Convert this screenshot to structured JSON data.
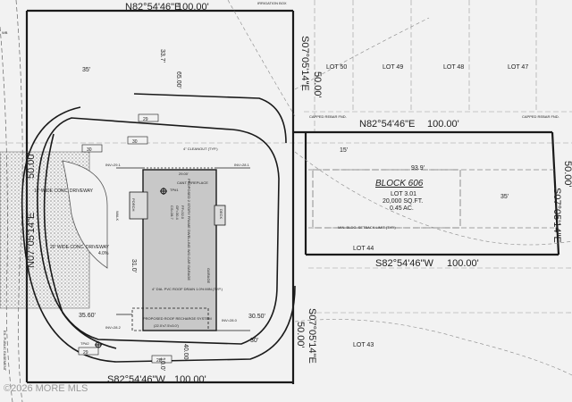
{
  "top_bearing": "N82°54'46\"E",
  "top_distance": "100.00'",
  "irrigation_box": "IRRIGATION BOX",
  "right_bearing_upper": "S07°05'14\"E",
  "right_distance_upper": "50.00'",
  "lots": {
    "lot50": "LOT 50",
    "lot49": "LOT 49",
    "lot48": "LOT 48",
    "lot47": "LOT 47",
    "lot44": "LOT 44",
    "lot43": "LOT 43"
  },
  "capped_rebar_left": "CAPPED REBAR FND.",
  "capped_rebar_right": "CAPPED REBAR FND.",
  "mid_bearing": "N82°54'46\"E",
  "mid_distance": "100.00'",
  "block": "BLOCK 606",
  "lot_number": "LOT 3.01",
  "lot_area_sqft": "20,000 SQ.FT.",
  "lot_area_ac": "0.45 AC.",
  "dim_93_9": "93.9'",
  "dim_35": "35'",
  "dim_15": "15'",
  "setback_label": "MIN. BLDG. SETBACK LIMIT (TYP.)",
  "right_bearing_lower": "S07°05'14\"E",
  "right_distance_lower": "50.00'",
  "lower_bearing": "S82°54'46\"W",
  "lower_distance": "100.00'",
  "left_bearing": "N07°05'14\"E",
  "left_distance": "50.00'",
  "left_bearing_lower": "S07°05'14\"E",
  "left_distance_lower": "50.00'",
  "bottom_bearing": "S82°54'46\"W",
  "bottom_distance": "100.00'",
  "driveway_12": "12' WIDE CONC. DRIVEWAY",
  "driveway_20": "20' WIDE CONC. DRIVEWAY",
  "driveway_pct": "4.0%",
  "dim_35_60": "35.60'",
  "dim_30_50": "30.50'",
  "dim_29_00": "29.00'",
  "dim_33_7": "33.7'",
  "dim_65": "65.00'",
  "dim_40": "40.00'",
  "dim_10": "10.0'",
  "dim_31_0": "31.0'",
  "dim_35_top": "35'",
  "dim_30_bot": "30'",
  "contour_29a": "29",
  "contour_30a": "30",
  "contour_29b": "29",
  "contour_28": "28",
  "contour_30b": "30",
  "house_label": "PROPOSED 2 STORY FRAME DWELLING W/2-CAR GARAGE",
  "ff_elev": "FF=32.0",
  "gf_elev": "GF=30.4",
  "cs_elev": "CS=28.7",
  "cant_fireplace": "CANT. FIREPLACE",
  "cleanout": "4\" CLEANOUT (TYP.)",
  "pvc_roof_drain": "4\" DIA. PVC ROOF DRAIN 1.0% MIN.(TYP.)",
  "garage": "GARAGE",
  "porch": "PORCH",
  "walk": "WALK",
  "deck": "DECK",
  "recharge": "PROPOSED ROOF RECHARGE SYSTEM",
  "recharge_dims": "(22.0'x7.5'x3.0')",
  "tp1": "TP#1",
  "tp2": "TP#2",
  "inv_29_1": "INV=29.1",
  "inv_28_1": "INV=28.1",
  "inv_28_2": "INV=28.2",
  "inv_28_0": "INV=28.0",
  "easement": "EX. PUBLIC EASEMENT",
  "wb": "WB",
  "watermark": "©2026 MORE MLS",
  "colors": {
    "line": "#1a1a1a",
    "background": "#f2f2f2",
    "stipple": "#555555",
    "house_fill": "#c8c8c8"
  }
}
